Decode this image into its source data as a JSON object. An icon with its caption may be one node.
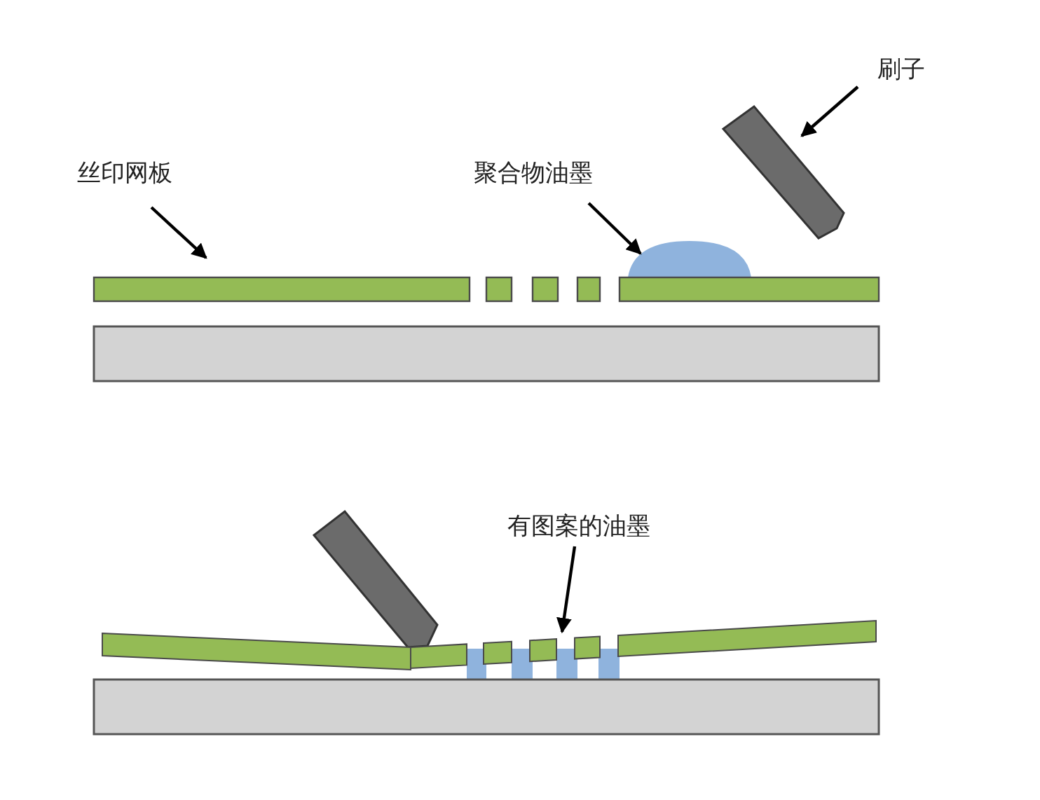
{
  "diagram": {
    "nodes": [
      {
        "text": [
          "丝印网板"
        ]
      },
      {
        "text": [],
        "shape": "bar"
      },
      {
        "text": [
          "聚合物油墨"
        ]
      },
      {
        "text": [],
        "shape": "dome"
      },
      {
        "text": [
          "刷子"
        ]
      },
      {
        "text": [],
        "shape": "bar"
      },
      {
        "text": [
          "有图案的油墨"
        ]
      },
      {
        "text": [],
        "shape": "box"
      },
      {
        "text": [],
        "shape": "box"
      },
      {
        "text": [],
        "shape": "bar"
      },
      {
        "text": [],
        "shape": "bar"
      },
      {
        "text": [],
        "shape": "box"
      }
    ],
    "edges": [
      {
        "from": 0,
        "to": 5,
        "arrow": "to"
      },
      {
        "from": 2,
        "to": 3,
        "arrow": "to"
      },
      {
        "from": 4,
        "to": 1,
        "arrow": "to"
      },
      {
        "from": 6,
        "to": 8,
        "arrow": "to"
      }
    ]
  }
}
